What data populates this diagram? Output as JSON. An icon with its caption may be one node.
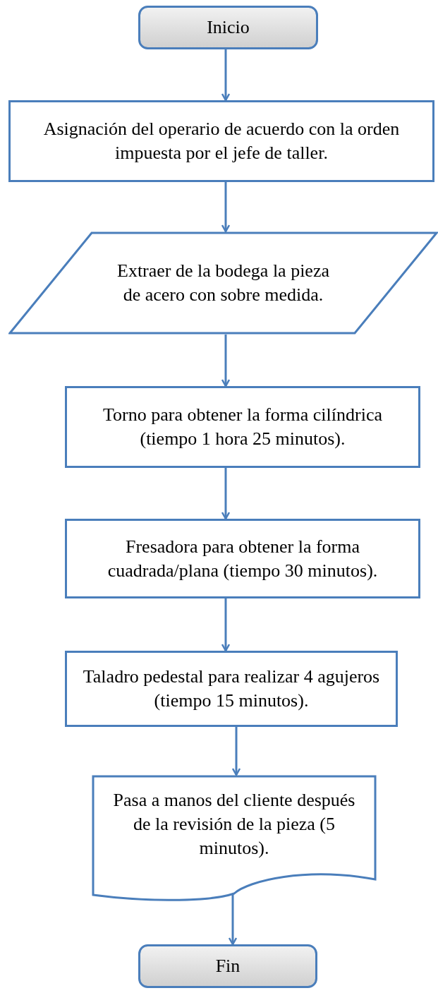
{
  "diagram": {
    "nodes": [
      {
        "text": [
          "Inicio"
        ]
      },
      {
        "text": [
          "Asignación del operario de acuerdo con la orden impuesta por el jefe de taller."
        ]
      },
      {
        "text": [
          "Extraer de la bodega la pieza de acero con sobre medida."
        ]
      },
      {
        "text": [
          "Torno para obtener la forma cilíndrica (tiempo 1 hora 25 minutos)."
        ]
      },
      {
        "text": [
          "Fresadora para obtener la forma cuadrada/plana (tiempo 30 minutos)."
        ]
      },
      {
        "text": [
          "Taladro pedestal para realizar 4 agujeros (tiempo 15 minutos)."
        ]
      },
      {
        "text": [
          "Pasa a manos del cliente después de la revisión de la pieza (5 minutos)."
        ]
      },
      {
        "text": [
          "Fin"
        ]
      }
    ],
    "edges": [
      {
        "from": 0,
        "to": 1,
        "arrow": "to"
      },
      {
        "from": 1,
        "to": 2,
        "arrow": "to"
      },
      {
        "from": 2,
        "to": 3,
        "arrow": "to"
      },
      {
        "from": 3,
        "to": 4,
        "arrow": "to"
      },
      {
        "from": 4,
        "to": 5,
        "arrow": "to"
      },
      {
        "from": 5,
        "to": 6,
        "arrow": "to"
      },
      {
        "from": 6,
        "to": 7,
        "arrow": "to"
      }
    ]
  }
}
